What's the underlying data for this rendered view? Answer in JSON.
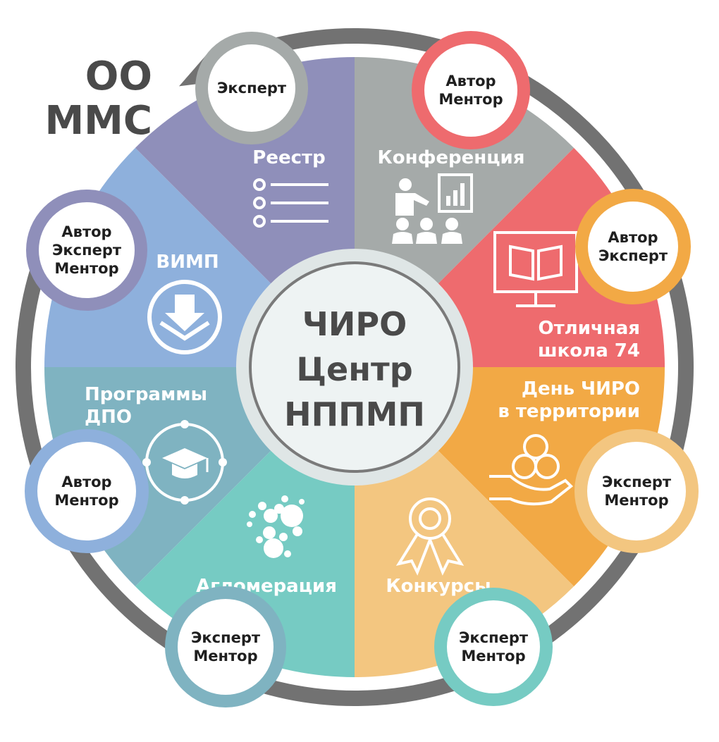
{
  "corner_label": [
    "ОО",
    "ММС"
  ],
  "center": [
    "ЧИРО",
    "Центр",
    "НППМП"
  ],
  "colors": {
    "ring": "#727272",
    "center_fill": "#eef3f3",
    "center_stroke": "#7a7a7a",
    "halo": "#dfe6e6"
  },
  "segments": [
    {
      "label": [
        "Реестр"
      ],
      "roles": [
        "Эксперт"
      ],
      "color": "#a5aaa9",
      "icon": "list-icon"
    },
    {
      "label": [
        "Конференция"
      ],
      "roles": [
        "Автор",
        "Ментор"
      ],
      "color": "#ee6b6e",
      "icon": "presentation-icon"
    },
    {
      "label": [
        "Отличная",
        "школа 74"
      ],
      "roles": [
        "Автор",
        "Эксперт"
      ],
      "color": "#f2a945",
      "icon": "book-monitor-icon"
    },
    {
      "label": [
        "День ЧИРО",
        "в территории"
      ],
      "roles": [
        "Эксперт",
        "Ментор"
      ],
      "color": "#f3c680",
      "icon": "hand-coins-icon"
    },
    {
      "label": [
        "Конкурсы"
      ],
      "roles": [
        "Эксперт",
        "Ментор"
      ],
      "color": "#76cbc3",
      "icon": "award-ribbon-icon"
    },
    {
      "label": [
        "Агломерация"
      ],
      "roles": [
        "Эксперт",
        "Ментор"
      ],
      "color": "#7fb3c1",
      "icon": "molecules-icon"
    },
    {
      "label": [
        "Программы",
        "ДПО"
      ],
      "roles": [
        "Автор",
        "Ментор"
      ],
      "color": "#8eb0dc",
      "icon": "graduation-cap-icon"
    },
    {
      "label": [
        "ВИМП"
      ],
      "roles": [
        "Автор",
        "Эксперт",
        "Ментор"
      ],
      "color": "#8f8fba",
      "icon": "download-layers-icon"
    }
  ]
}
